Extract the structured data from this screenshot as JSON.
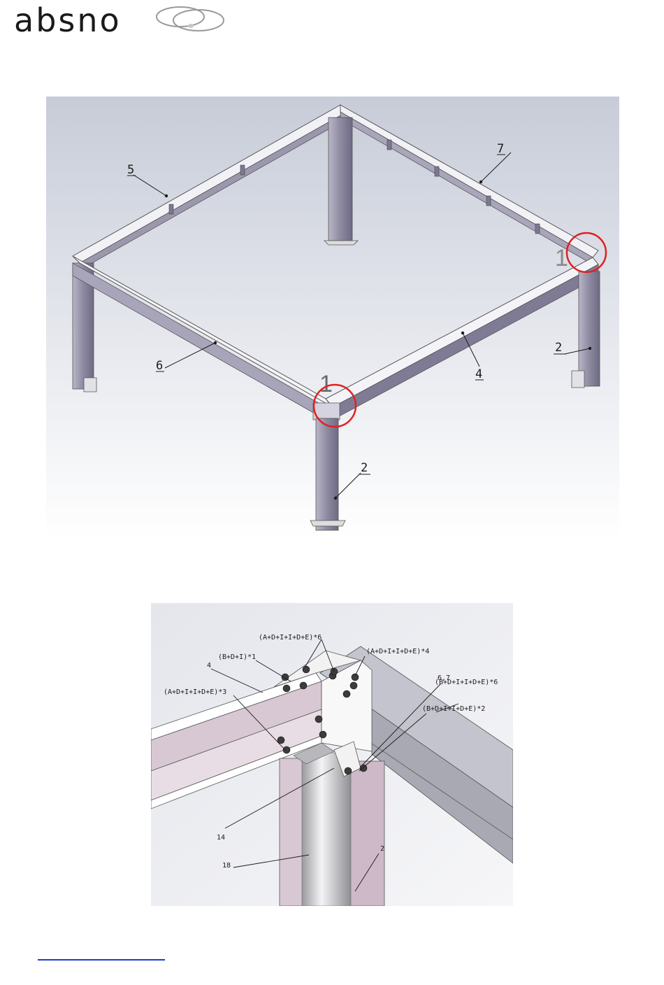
{
  "header": {
    "brand": "absno"
  },
  "figure1": {
    "callouts": {
      "part5": "5",
      "part7": "7",
      "part6": "6",
      "part4": "4",
      "part2_right": "2",
      "part2_front": "2",
      "detail_front": "1",
      "detail_right": "1"
    },
    "highlight_color": "#e0211f"
  },
  "figure2": {
    "callouts": {
      "bolt_set_top": "(A+D+I+I+D+E)*6",
      "bolt_set_b1": "(B+D+I)*1",
      "bolt_set_right4": "(A+D+I+I+D+E)*4",
      "part4": "4",
      "part67": "6,7",
      "bolt_set_b6": "(B+D+I+I+D+E)*6",
      "bolt_set_left3": "(A+D+I+I+D+E)*3",
      "bolt_set_b2": "(B+D+I+I+D+E)*2",
      "part14": "14",
      "part18": "18",
      "part2": "2"
    }
  },
  "footer": {
    "link_text": ""
  }
}
